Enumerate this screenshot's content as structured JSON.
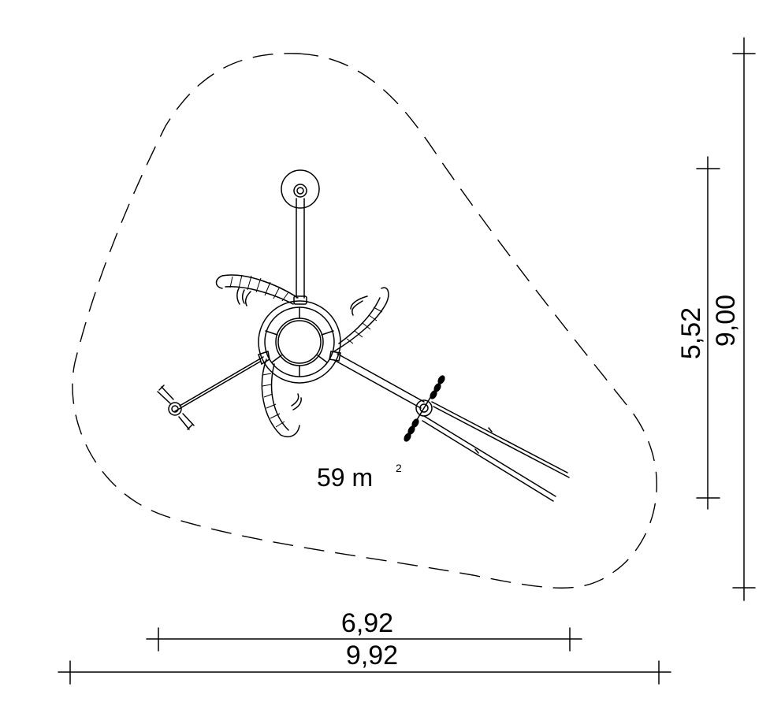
{
  "dimensions": {
    "inner_width": "6,92",
    "outer_width": "9,92",
    "inner_height": "5,52",
    "outer_height": "9,00"
  },
  "area": {
    "value": "59 m",
    "unit_sup": "2"
  },
  "colors": {
    "line": "#000000",
    "background": "#ffffff"
  }
}
